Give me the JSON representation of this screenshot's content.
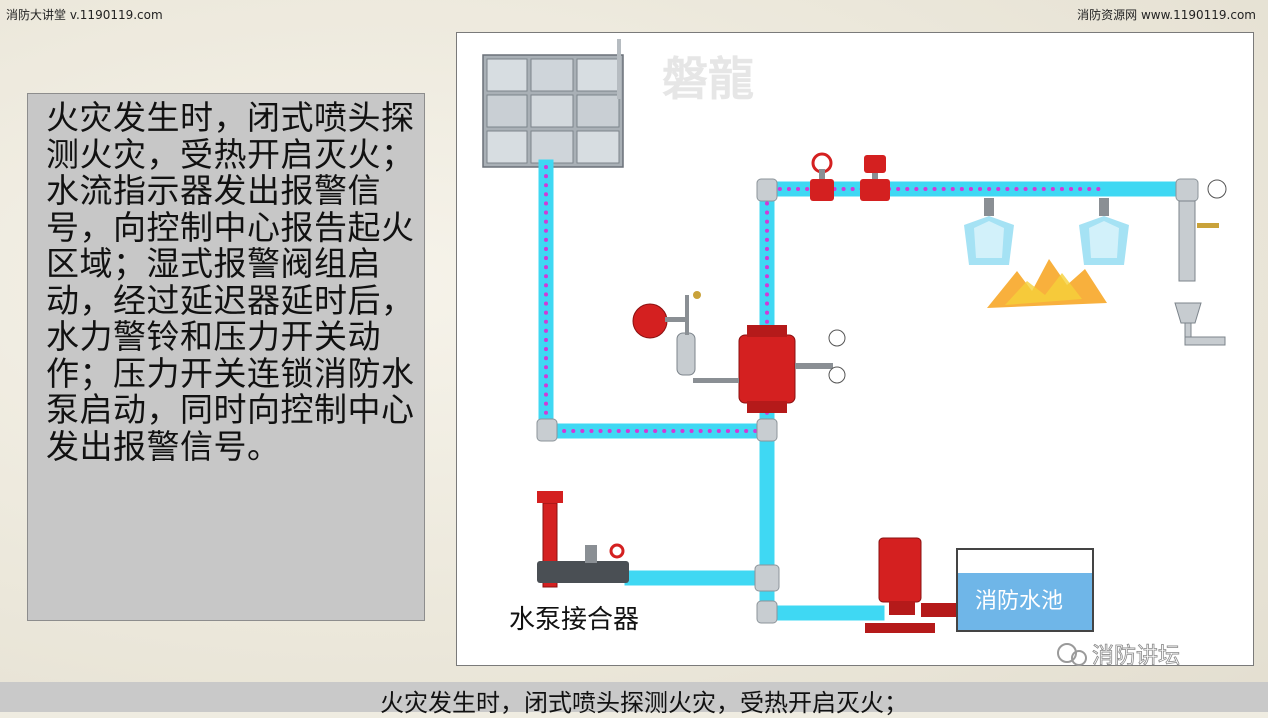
{
  "header": {
    "left": "消防大讲堂 v.1190119.com",
    "right": "消防资源网  www.1190119.com"
  },
  "description_text": "火灾发生时，闭式喷头探测火灾，受热开启灭火；水流指示器发出报警信号，向控制中心报告起火区域；湿式报警阀组启动，经过延迟器延时后，水力警铃和压力开关动作；压力开关连锁消防水泵启动，同时向控制中心发出报警信号。",
  "diagram": {
    "watermark": "磐龍",
    "pump_connector_label": "水泵接合器",
    "pool_label": "消防水池",
    "wechat_label": "消防讲坛"
  },
  "caption": "火灾发生时，闭式喷头探测火灾，受热开启灭火；",
  "colors": {
    "pipe": "#3fd8f3",
    "flow_dots": "#d03ad8",
    "valve_red": "#d42020",
    "panel_grey": "#c7c7c7"
  }
}
